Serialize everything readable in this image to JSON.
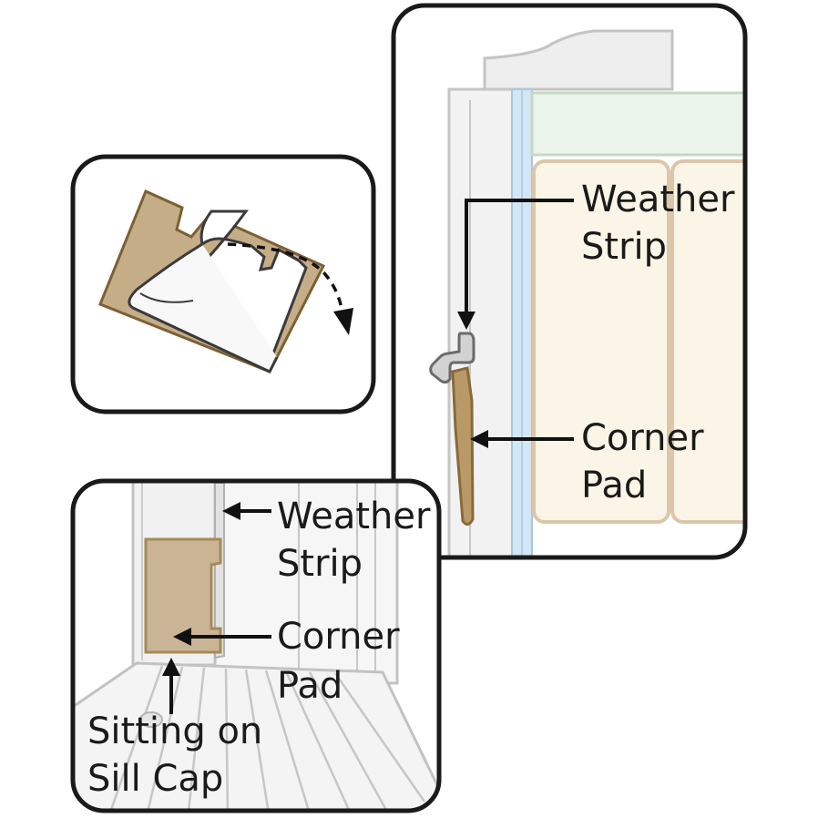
{
  "callouts": {
    "right_panel": {
      "weather_strip": [
        "Weather",
        "Strip"
      ],
      "corner_pad": [
        "Corner",
        "Pad"
      ]
    },
    "bottom_panel": {
      "weather_strip": [
        "Weather",
        "Strip"
      ],
      "corner_pad": [
        "Corner",
        "Pad"
      ],
      "sill_cap": [
        "Sitting on",
        "Sill Cap"
      ]
    }
  },
  "colors": {
    "panel_border": "#1a1a1a",
    "pad_tan": "#c9b596",
    "pad_edge": "#a88955",
    "frame_gray": "#eeeeee",
    "frame_line": "#bcbcbc",
    "glass_blue": "#d3e6f3",
    "screen_green": "#eaf4ea",
    "sash_cream": "#faf5e6",
    "sash_edge": "#dcc6aa",
    "arrow": "#111111"
  }
}
